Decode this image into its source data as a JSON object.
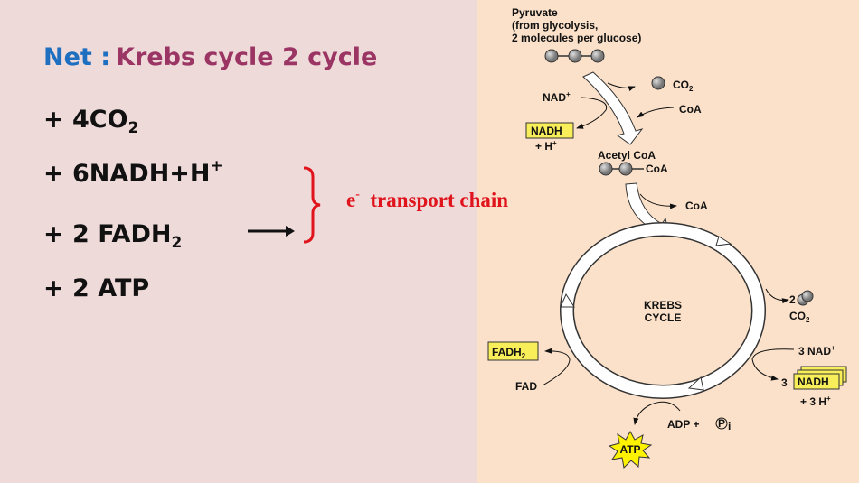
{
  "slide": {
    "net_label": "Net",
    "colon": ":",
    "title": "Krebs cycle 2 cycle",
    "lines": [
      {
        "prefix": "+ 4CO",
        "sub": "2",
        "sup": ""
      },
      {
        "prefix": "+ 6NADH+H",
        "sub": "",
        "sup": "+"
      },
      {
        "prefix": "+ 2 FADH",
        "sub": "2",
        "sup": ""
      },
      {
        "prefix": "+ 2 ATP",
        "sub": "",
        "sup": ""
      }
    ],
    "etc_e": "e",
    "etc_sup": "-",
    "etc_text": "transport chain"
  },
  "diagram": {
    "pyruvate_1": "Pyruvate",
    "pyruvate_2": "(from glycolysis,",
    "pyruvate_3": "2 molecules per glucose)",
    "co2_top": "CO",
    "sub2": "2",
    "nad_plus": "NAD",
    "plus": "+",
    "coa_in": "CoA",
    "nadh": "NADH",
    "h_plus": "+ H",
    "acetyl_coa": "Acetyl CoA",
    "acetyl_coa_tail": "CoA",
    "coa_out": "CoA",
    "krebs_1": "KREBS",
    "krebs_2": "CYCLE",
    "co2_count": "2",
    "co2_right": "CO",
    "nad3": "3 NAD",
    "nadh3_count": "3",
    "nadh3": "NADH",
    "h3": "+ 3 H",
    "fadh": "FADH",
    "fad": "FAD",
    "adp": "ADP +",
    "pi": "P",
    "pi_sub": "i",
    "atp": "ATP"
  },
  "colors": {
    "net": "#1f6fc0",
    "title": "#9a3564",
    "red": "#e0141c",
    "box": "#f7ee5a",
    "left_bg": "#efdada",
    "right_bg": "#fbe1c9"
  }
}
